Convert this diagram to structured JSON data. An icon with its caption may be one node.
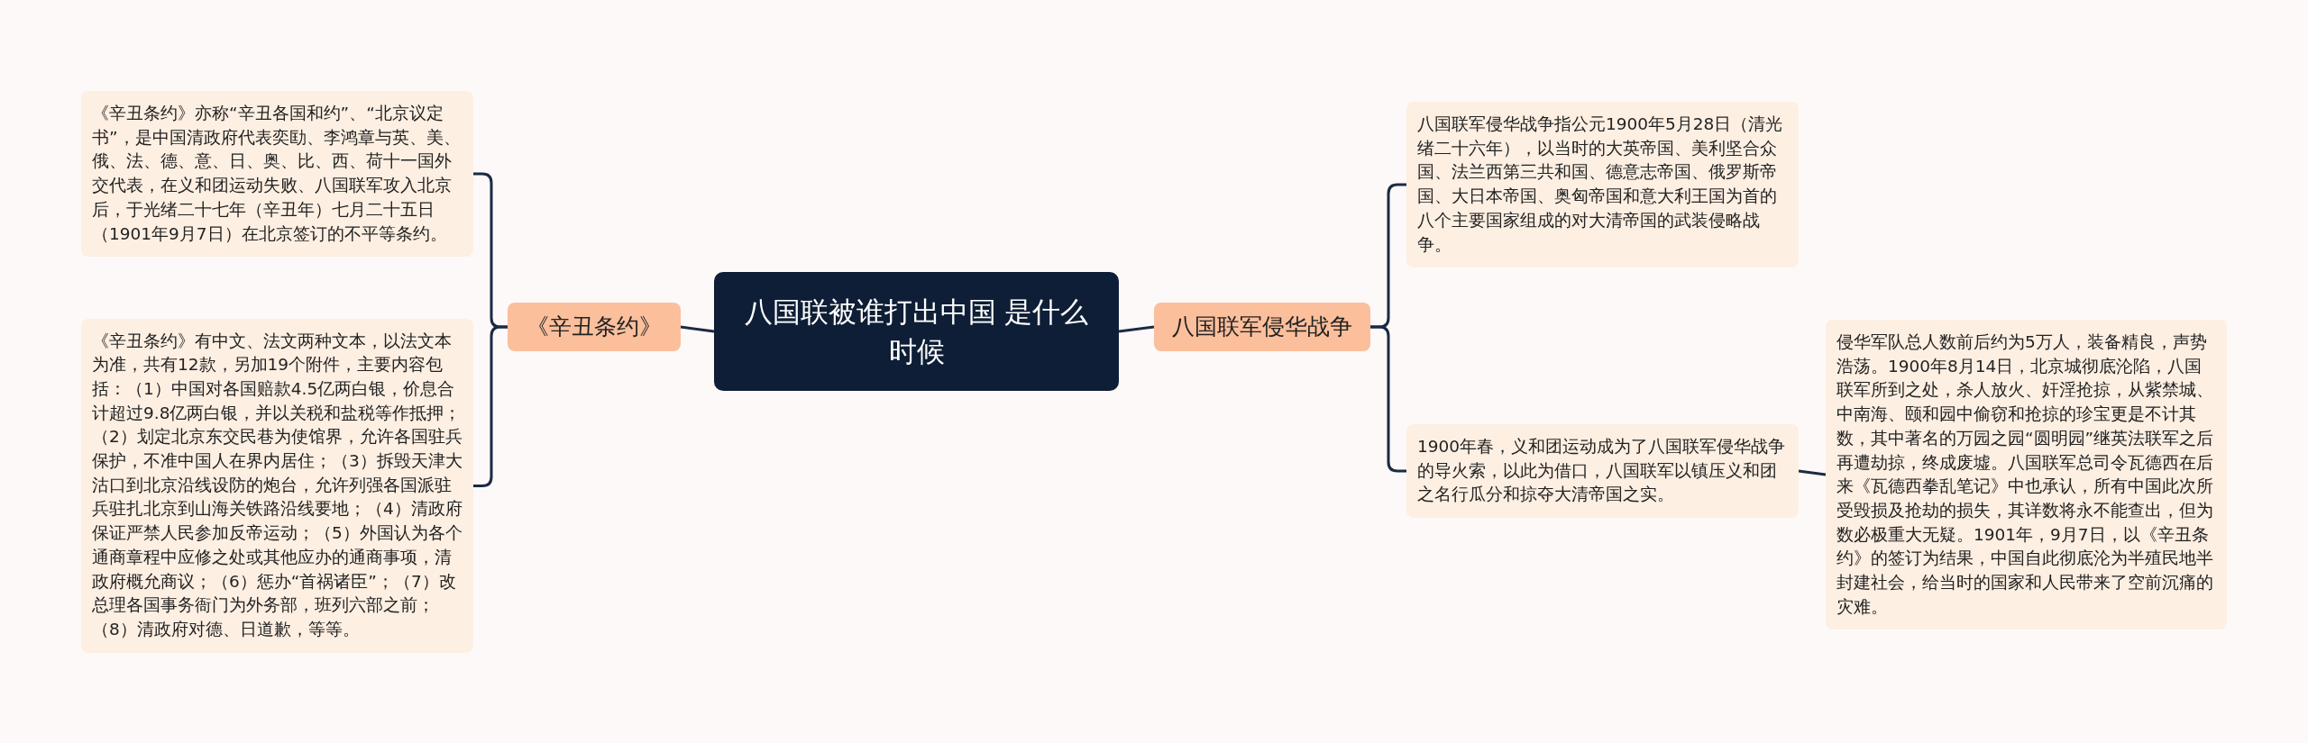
{
  "diagram": {
    "nodes": [
      {
        "text": [
          "八国联被谁打出中国 是什么时候"
        ]
      },
      {
        "text": [
          "《辛丑条约》"
        ]
      },
      {
        "text": [
          "《辛丑条约》亦称“辛丑各国和约”、“北京议定书”，是中国清政府代表奕劻、李鸿章与英、美、俄、法、德、意、日、奥、比、西、荷十一国外交代表，在义和团运动失败、八国联军攻入北京后，于光绪二十七年（辛丑年）七月二十五日（1901年9月7日）在北京签订的不平等条约。"
        ]
      },
      {
        "text": [
          "《辛丑条约》有中文、法文两种文本，以法文本为准，共有12款，另加19个附件，主要内容包括：（1）中国对各国赔款4.5亿两白银，价息合计超过9.8亿两白银，并以关税和盐税等作抵押；（2）划定北京东交民巷为使馆界，允许各国驻兵保护，不准中国人在界内居住；（3）拆毁天津大沽口到北京沿线设防的炮台，允许列强各国派驻兵驻扎北京到山海关铁路沿线要地；（4）清政府保证严禁人民参加反帝运动；（5）外国认为各个通商章程中应修之处或其他应办的通商事项，清政府概允商议；（6）惩办“首祸诸臣”；（7）改总理各国事务衙门为外务部，班列六部之前；（8）清政府对德、日道歉，等等。"
        ]
      },
      {
        "text": [
          "八国联军侵华战争"
        ]
      },
      {
        "text": [
          "八国联军侵华战争指公元1900年5月28日（清光绪二十六年），以当时的大英帝国、美利坚合众国、法兰西第三共和国、德意志帝国、俄罗斯帝国、大日本帝国、奥匈帝国和意大利王国为首的八个主要国家组成的对大清帝国的武装侵略战争。"
        ]
      },
      {
        "text": [
          "1900年春，义和团运动成为了八国联军侵华战争的导火索，以此为借口，八国联军以镇压义和团之名行瓜分和掠夺大清帝国之实。"
        ]
      },
      {
        "text": [
          "侵华军队总人数前后约为5万人，装备精良，声势浩荡。1900年8月14日，北京城彻底沦陷，八国联军所到之处，杀人放火、奸淫抢掠，从紫禁城、中南海、颐和园中偷窃和抢掠的珍宝更是不计其数，其中著名的万园之园“圆明园”继英法联军之后再遭劫掠，终成废墟。八国联军总司令瓦德西在后来《瓦德西拳乱笔记》中也承认，所有中国此次所受毁损及抢劫的损失，其详数将永不能查出，但为数必极重大无疑。1901年，9月7日，以《辛丑条约》的签订为结果，中国自此彻底沦为半殖民地半封建社会，给当时的国家和人民带来了空前沉痛的灾难。"
        ]
      }
    ],
    "edges": [
      {
        "from": 0,
        "to": 1,
        "arrow": "none"
      },
      {
        "from": 1,
        "to": 2,
        "arrow": "none"
      },
      {
        "from": 1,
        "to": 3,
        "arrow": "none"
      },
      {
        "from": 0,
        "to": 4,
        "arrow": "none"
      },
      {
        "from": 4,
        "to": 5,
        "arrow": "none"
      },
      {
        "from": 4,
        "to": 6,
        "arrow": "none"
      },
      {
        "from": 6,
        "to": 7,
        "arrow": "none"
      }
    ]
  }
}
